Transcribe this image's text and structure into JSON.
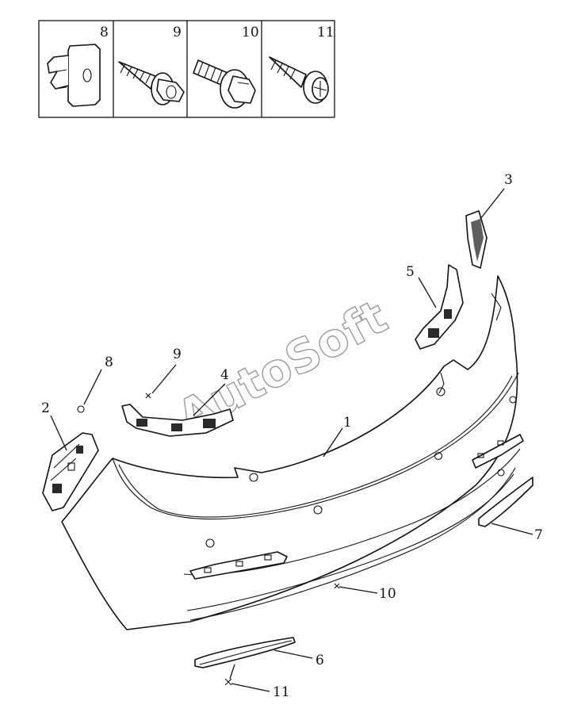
{
  "fastener_table": {
    "cells": [
      {
        "number": "8",
        "icon": "push-nut-clip-icon"
      },
      {
        "number": "9",
        "icon": "flange-screw-icon"
      },
      {
        "number": "10",
        "icon": "hex-bolt-icon"
      },
      {
        "number": "11",
        "icon": "tapping-screw-icon"
      }
    ]
  },
  "callouts": {
    "c1": "1",
    "c2": "2",
    "c3": "3",
    "c4": "4",
    "c5": "5",
    "c6": "6",
    "c7": "7",
    "c8": "8",
    "c9": "9",
    "c10": "10",
    "c11": "11"
  },
  "watermark": "AutoSoft"
}
